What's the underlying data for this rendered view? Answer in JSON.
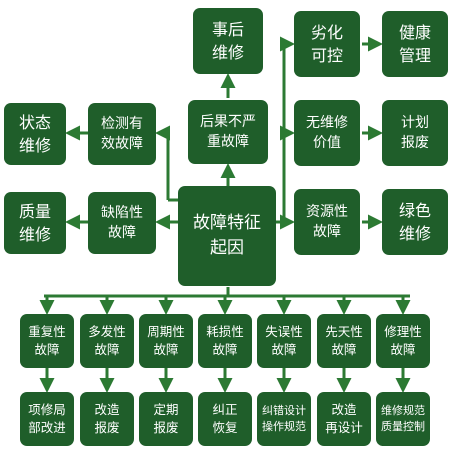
{
  "colors": {
    "box": "#1f5e2a",
    "connector": "#2c7a33",
    "background": "#ffffff"
  },
  "center": "故障特征\n起因",
  "top": {
    "cause": "后果不严\n重故障",
    "strategy": "事后\n维修"
  },
  "left": [
    {
      "cause": "检测有\n效故障",
      "strategy": "状态\n维修"
    },
    {
      "cause": "缺陷性\n故障",
      "strategy": "质量\n维修"
    }
  ],
  "right": [
    {
      "cause": "劣化\n可控",
      "strategy": "健康\n管理"
    },
    {
      "cause": "无维修\n价值",
      "strategy": "计划\n报废"
    },
    {
      "cause": "资源性\n故障",
      "strategy": "绿色\n维修"
    }
  ],
  "bottom": [
    {
      "cause": "重复性\n故障",
      "strategy": "项修局\n部改进"
    },
    {
      "cause": "多发性\n故障",
      "strategy": "改造\n报废"
    },
    {
      "cause": "周期性\n故障",
      "strategy": "定期\n报废"
    },
    {
      "cause": "耗损性\n故障",
      "strategy": "纠正\n恢复"
    },
    {
      "cause": "失误性\n故障",
      "strategy": "纠错设计\n操作规范"
    },
    {
      "cause": "先天性\n故障",
      "strategy": "改造\n再设计"
    },
    {
      "cause": "修理性\n故障",
      "strategy": "维修规范\n质量控制"
    }
  ]
}
